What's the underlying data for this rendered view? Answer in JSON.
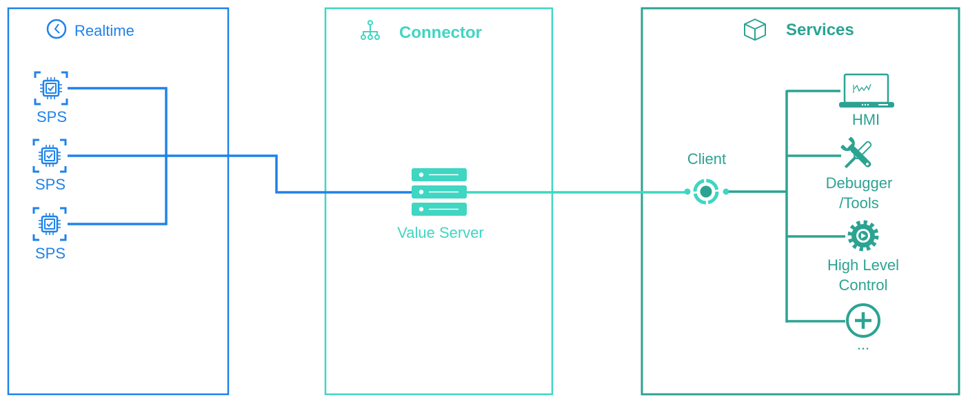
{
  "colors": {
    "realtime": "#1f82ea",
    "connector": "#3fd6c2",
    "services": "#2ca392"
  },
  "realtime": {
    "title": "Realtime",
    "icon": "clock-icon",
    "devices": [
      {
        "label": "SPS",
        "icon": "chip-icon"
      },
      {
        "label": "SPS",
        "icon": "chip-icon"
      },
      {
        "label": "SPS",
        "icon": "chip-icon"
      }
    ]
  },
  "connector": {
    "title": "Connector",
    "icon": "network-tree-icon",
    "server": {
      "label": "Value Server",
      "icon": "server-icon"
    }
  },
  "services": {
    "title": "Services",
    "icon": "cube-icon",
    "client": {
      "label": "Client",
      "icon": "client-node-icon"
    },
    "items": [
      {
        "line1": "HMI",
        "line2": "",
        "icon": "laptop-chart-icon"
      },
      {
        "line1": "Debugger",
        "line2": "/Tools",
        "icon": "tools-icon"
      },
      {
        "line1": "High Level",
        "line2": "Control",
        "icon": "gear-play-icon"
      },
      {
        "line1": "...",
        "line2": "",
        "icon": "plus-circle-icon"
      }
    ]
  }
}
